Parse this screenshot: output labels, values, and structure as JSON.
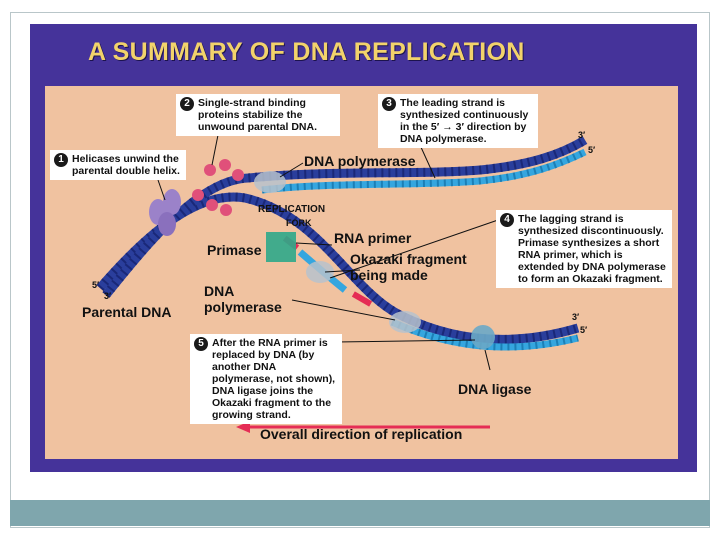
{
  "slide": {
    "title": "A SUMMARY OF DNA REPLICATION"
  },
  "diagram": {
    "steps": [
      {
        "num": "1",
        "text": "Helicases unwind the parental double helix."
      },
      {
        "num": "2",
        "text": "Single-strand binding proteins stabilize the unwound parental DNA."
      },
      {
        "num": "3",
        "text": "The leading strand is synthesized continuously in the 5′ → 3′ direction by DNA polymerase."
      },
      {
        "num": "4",
        "text": "The lagging strand is synthesized discontinuously. Primase synthesizes a short RNA primer, which is extended by DNA polymerase to form an Okazaki fragment."
      },
      {
        "num": "5",
        "text": "After the RNA primer is replaced by DNA (by another DNA polymerase, not shown), DNA ligase joins the Okazaki fragment to the growing strand."
      }
    ],
    "labels": {
      "dna_polymerase_top": "DNA polymerase",
      "replication": "REPLICATION",
      "fork": "FORK",
      "primase": "Primase",
      "rna_primer": "RNA primer",
      "okazaki_line1": "Okazaki fragment",
      "okazaki_line2": "being made",
      "dna_polymerase_lower_1": "DNA",
      "dna_polymerase_lower_2": "polymerase",
      "parental_dna": "Parental DNA",
      "dna_ligase": "DNA ligase",
      "overall_direction": "Overall direction of replication"
    },
    "strand_ends": {
      "left_5": "5′",
      "left_3": "3′",
      "top_3": "3′",
      "top_5": "5′",
      "bottom_3": "3′",
      "bottom_5": "5′"
    }
  },
  "colors": {
    "panel": "#45339a",
    "title": "#f2d36b",
    "background": "#f0c2a0",
    "parental_strand": "#2a3e9c",
    "new_strand": "#35a6df",
    "rna_primer": "#e52d55",
    "primase": "#2ea889",
    "ssb_protein": "#e0507a",
    "helicase": "#9b82c9",
    "footer_bar": "#7fa6ad"
  }
}
